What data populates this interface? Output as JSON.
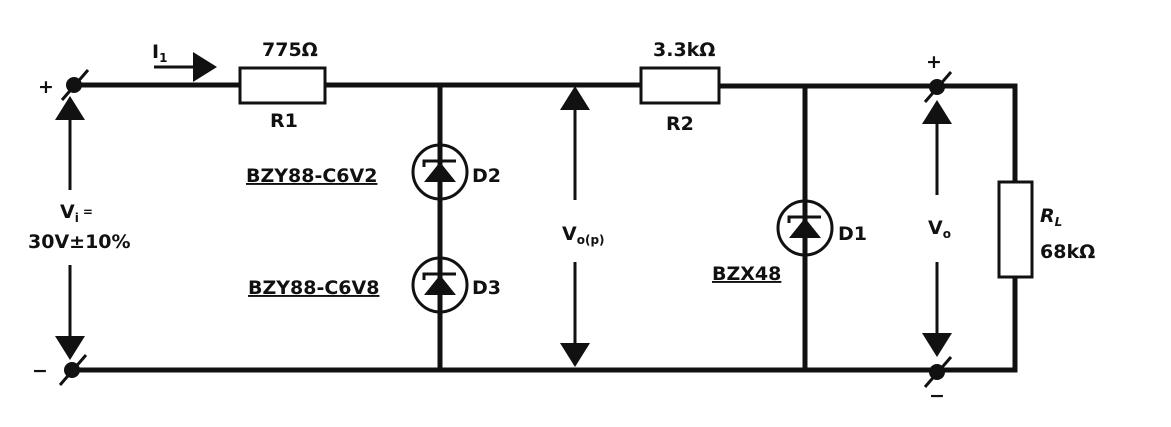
{
  "diagram": {
    "input": {
      "current_label": "I",
      "current_sub": "1",
      "plus": "+",
      "minus": "−",
      "voltage_label": "V",
      "voltage_sub": "i",
      "voltage_eq": "=",
      "voltage_value": "30V±10%"
    },
    "r1": {
      "name": "R1",
      "value": "775Ω"
    },
    "r2": {
      "name": "R2",
      "value": "3.3kΩ"
    },
    "d2": {
      "name": "D2",
      "part": "BZY88-C6V2"
    },
    "d3": {
      "name": "D3",
      "part": "BZY88-C6V8"
    },
    "d1": {
      "name": "D1",
      "part": "BZX48"
    },
    "vop": {
      "label": "V",
      "sub": "o(p)"
    },
    "output": {
      "plus": "+",
      "minus": "−",
      "voltage_label": "V",
      "voltage_sub": "o"
    },
    "rl": {
      "name": "R",
      "name_sub": "L",
      "value": "68kΩ"
    }
  }
}
